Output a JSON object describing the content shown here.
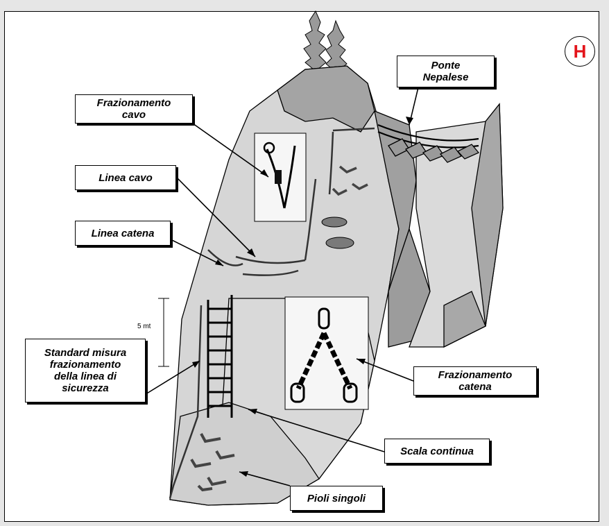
{
  "badge": {
    "letter": "H",
    "color": "#e3141b"
  },
  "measure": "5 mt",
  "labels": {
    "ponte_nepalese": "Ponte\nNepalese",
    "frazionamento_cavo": "Frazionamento\ncavo",
    "linea_cavo": "Linea cavo",
    "linea_catena": "Linea catena",
    "standard_misura": "Standard misura\nfrazionamento\ndella linea di\nsicurezza",
    "frazionamento_catena": "Frazionamento\ncatena",
    "scala_continua": "Scala continua",
    "pioli_singoli": "Pioli singoli"
  },
  "colors": {
    "rock_light": "#d4d4d4",
    "rock_mid": "#b8b8b8",
    "rock_dark": "#9a9a9a",
    "rung": "#555555"
  }
}
